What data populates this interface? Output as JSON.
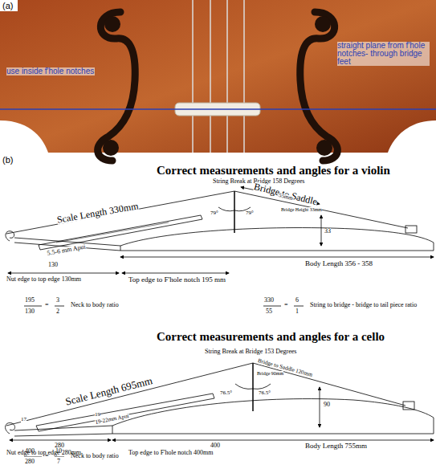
{
  "diagram": {
    "labels": [
      "(a)",
      "use inside f'hole notches",
      "straight plane from f'hole notches- through bridge feet",
      "(b)",
      "Correct measurements and angles for a violin",
      "String Break at Bridge 158 Degrees",
      "Bridge to Saddle",
      "55mm",
      "Bridge Height 33mm",
      "Scale Length 330mm",
      "79°",
      "79°",
      "33",
      "5.5-6 mm Apui",
      "130",
      "Nut edge to top edge 130mm",
      "Top edge to F'hole notch 195 mm",
      "Body Length 356 - 358",
      "195",
      "130",
      "=",
      "3",
      "2",
      "Neck to body ratio",
      "330",
      "55",
      "=",
      "6",
      "1",
      "String to bridge - bridge to tail piece ratio",
      "Correct measurements and angles for a cello",
      "String Break at Bridge 153 Degrees",
      "Bridge to Saddle 120mm",
      "Bridge 90mm",
      "Scale Length 695mm",
      "76.5°",
      "76.5°",
      "90",
      "19",
      "17",
      "19-22mm Apui",
      "280",
      "400",
      "Nut edge to top edge 280mm",
      "Top edge to F'hole notch 400mm",
      "Body Length 755mm",
      "400",
      "280",
      "=",
      "10",
      "7",
      "Neck to body ratio"
    ]
  }
}
